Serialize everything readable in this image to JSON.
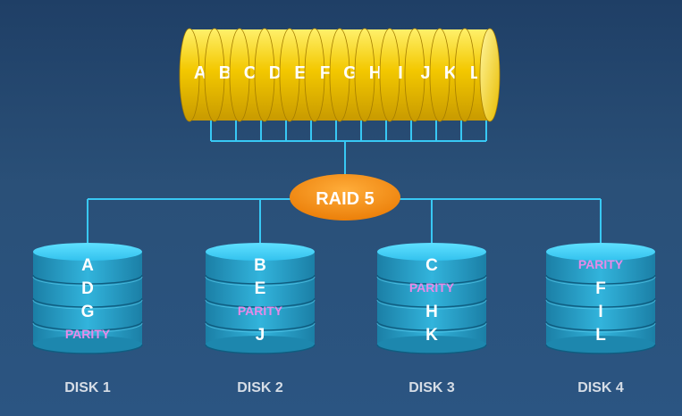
{
  "colors": {
    "background": "#244a73",
    "connector": "#38c8f4",
    "array_block": "#f0c400",
    "raid_badge": "#f08a12",
    "disk": "#2aa6cf",
    "parity_text": "#e58ae8"
  },
  "array": {
    "blocks": [
      "A",
      "B",
      "C",
      "D",
      "E",
      "F",
      "G",
      "H",
      "I",
      "J",
      "K",
      "L"
    ]
  },
  "controller": {
    "label": "RAID 5"
  },
  "disks": [
    {
      "label": "DISK 1",
      "segments": [
        "A",
        "D",
        "G",
        "PARITY"
      ]
    },
    {
      "label": "DISK 2",
      "segments": [
        "B",
        "E",
        "PARITY",
        "J"
      ]
    },
    {
      "label": "DISK 3",
      "segments": [
        "C",
        "PARITY",
        "H",
        "K"
      ]
    },
    {
      "label": "DISK 4",
      "segments": [
        "PARITY",
        "F",
        "I",
        "L"
      ]
    }
  ]
}
